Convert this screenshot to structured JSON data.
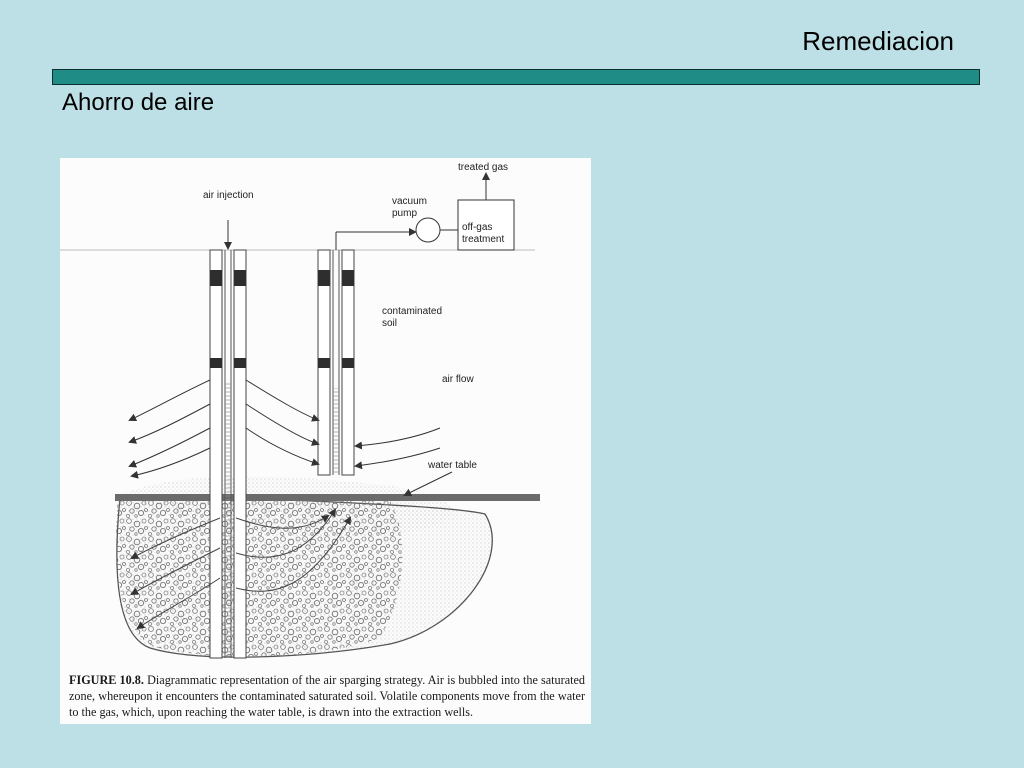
{
  "header": {
    "title": "Remediacion",
    "subtitle": "Ahorro de aire"
  },
  "figure": {
    "labels": {
      "treated_gas": "treated gas",
      "air_injection": "air injection",
      "vacuum": "vacuum",
      "pump": "pump",
      "off_gas": "off-gas",
      "treatment": "treatment",
      "contaminated": "contaminated",
      "soil": "soil",
      "air_flow": "air flow",
      "water_table": "water table"
    },
    "caption": {
      "figure_number": "FIGURE 10.8.",
      "text": "Diagrammatic representation of the air sparging strategy. Air is bubbled into the saturated zone, whereupon it encounters the contaminated saturated soil. Volatile components move from the water to the gas, which, upon reaching the water table, is drawn into the extraction wells."
    }
  },
  "colors": {
    "background": "#bde0e6",
    "title_bar": "#1f8c86"
  }
}
